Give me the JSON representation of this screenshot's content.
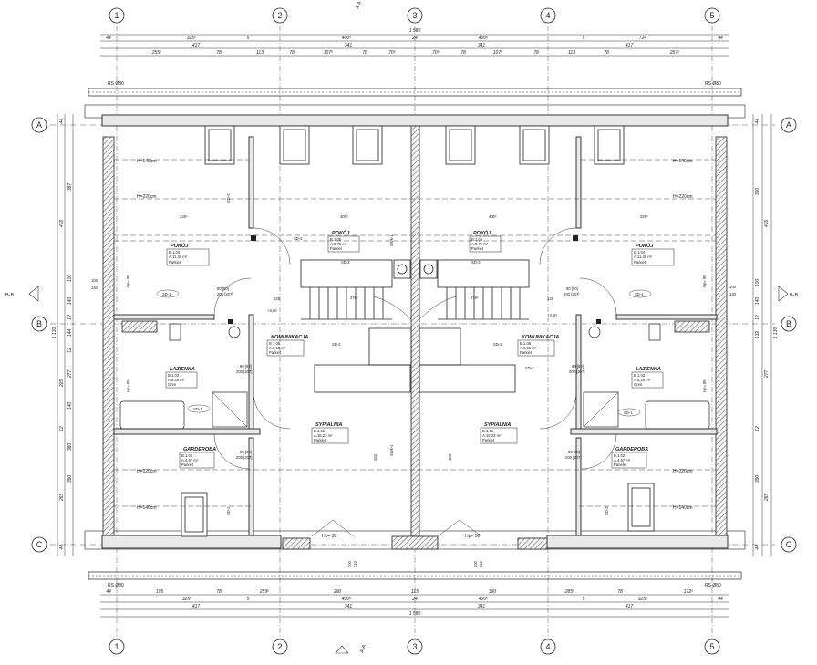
{
  "axes": {
    "vertical": [
      "1",
      "2",
      "3",
      "4",
      "5"
    ],
    "horizontal": [
      "A",
      "B",
      "C"
    ]
  },
  "section_marks": {
    "bb_left": "B-B",
    "bb_right": "B-B",
    "aa_bottom": "A-A",
    "aa_top": "A-A"
  },
  "ridge_labels": {
    "top_left": "RS Ø80",
    "top_right": "RS Ø80",
    "bottom_left": "RS Ø80",
    "bottom_right": "RS Ø80"
  },
  "dims": {
    "top_overall": "1 580",
    "top_row1": [
      "44",
      "325⁵",
      "5",
      "400⁵",
      "24",
      "400⁵",
      "5",
      "724",
      "44"
    ],
    "top_row2": [
      "417",
      "341",
      "341",
      "417"
    ],
    "top_row3": [
      "255⁵",
      "78",
      "113",
      "78",
      "107⁵",
      "78",
      "70⁵",
      "70⁵",
      "78",
      "107⁵",
      "78",
      "113",
      "78",
      "257⁵"
    ],
    "bottom_row1": [
      "44",
      "195",
      "78",
      "325⁵",
      "5",
      "259⁵",
      "400⁵",
      "290",
      "115",
      "24",
      "390",
      "400⁵",
      "285⁵",
      "5",
      "78",
      "325⁵",
      "172⁵",
      "44"
    ],
    "bottom_row2": [
      "417",
      "341",
      "341",
      "417"
    ],
    "bottom_overall": "1 580",
    "left_side": [
      "44",
      "387",
      "476",
      "100",
      "140",
      "12",
      "144",
      "1 130",
      "12",
      "225",
      "277",
      "390",
      "140",
      "12",
      "380",
      "265",
      "44"
    ],
    "right_side": [
      "44",
      "390",
      "476",
      "100",
      "140",
      "12",
      "132",
      "1 130",
      "277",
      "12",
      "390",
      "265",
      "44"
    ]
  },
  "heights": {
    "h140_tl": "H=140cm",
    "h140_tr": "H=140cm",
    "h220_tl": "H=220cm",
    "h220_tr": "H=220cm",
    "h220_bl": "H=220cm",
    "h220_br": "H=220cm",
    "h140_bl": "H=140cm",
    "h140_br": "H=140cm"
  },
  "rooms": {
    "pokoj_left": {
      "name": "POKÓJ",
      "num": "1.04",
      "area": "11,48 m²",
      "floor": "Parkiet"
    },
    "pokoj_cl": {
      "name": "POKÓJ",
      "num": "1.05",
      "area": "9,79 m²",
      "floor": "Parkiet"
    },
    "pokoj_cr": {
      "name": "POKÓJ",
      "num": "1.05",
      "area": "9,79 m²",
      "floor": "Parkiet"
    },
    "pokoj_right": {
      "name": "POKÓJ",
      "num": "1.04",
      "area": "11,48 m²",
      "floor": "Parkiet"
    },
    "komunikacja_l": {
      "name": "KOMUNIKACJA",
      "num": "1.06",
      "area": "5,55 m²",
      "floor": "Parkiet"
    },
    "komunikacja_r": {
      "name": "KOMUNIKACJA",
      "num": "1.06",
      "area": "5,55 m²",
      "floor": "Parkiet"
    },
    "lazienka_l": {
      "name": "ŁAZIENKA",
      "num": "1.03",
      "area": "8,25 m²",
      "floor": "Gres"
    },
    "lazienka_r": {
      "name": "ŁAZIENKA",
      "num": "1.03",
      "area": "8,25 m²",
      "floor": "Gres"
    },
    "sypialnia_l": {
      "name": "SYPIALNIA",
      "num": "1.01",
      "area": "15,23 m²",
      "floor": "Parkiet"
    },
    "sypialnia_r": {
      "name": "SYPIALNIA",
      "num": "1.01",
      "area": "15,23 m²",
      "floor": "Parkiet"
    },
    "garderoba_l": {
      "name": "GARDEROBA",
      "num": "1.02",
      "area": "4,67 m²",
      "floor": "Parkiet"
    },
    "garderoba_r": {
      "name": "GARDEROBA",
      "num": "1.02",
      "area": "4,67 m²",
      "floor": "Panele"
    }
  },
  "room_prefix": {
    "num": "B.",
    "area": "A."
  },
  "doors": {
    "d1_l": "80 [90]",
    "d1_l2": "200 [207]",
    "d2_l": "80 [90]",
    "d2_l2": "200 [207]",
    "d3_l": "80 [90]",
    "d3_l2": "200 [207]",
    "d1_r": "80 [90]",
    "d1_r2": "200 [207]",
    "d2_r": "80 [90]",
    "d2_r2": "200 [207]",
    "d3_r": "80 [90]",
    "d3_r2": "200 [207]"
  },
  "misc": {
    "sd1": "SD-1",
    "sd2": "SD-2",
    "sw1": "SWk-1",
    "lvl_l": "+3,00",
    "lvl_r": "+3,00",
    "hp_l": "Hp= 30",
    "hp_r": "Hp= 50",
    "hp85": "Hp= 85",
    "stair_l": "276⁵",
    "stair_r": "276⁵",
    "w200a": "200",
    "w210a": "210",
    "w200b": "200",
    "w210b": "210",
    "d125": "125",
    "d125r": "125",
    "d453": "453",
    "d453r": "453",
    "d400": "400⁵",
    "d400r": "400⁵",
    "d325": "325⁵",
    "d325r": "325⁵",
    "d100": "100",
    "d140": "140"
  }
}
